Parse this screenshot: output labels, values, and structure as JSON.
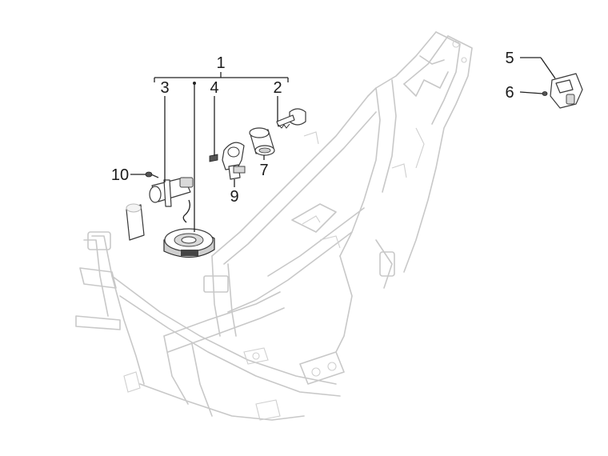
{
  "callouts": {
    "c1": "1",
    "c2": "2",
    "c3": "3",
    "c4": "4",
    "c5": "5",
    "c6": "6",
    "c7": "7",
    "c9": "9",
    "c10": "10"
  }
}
